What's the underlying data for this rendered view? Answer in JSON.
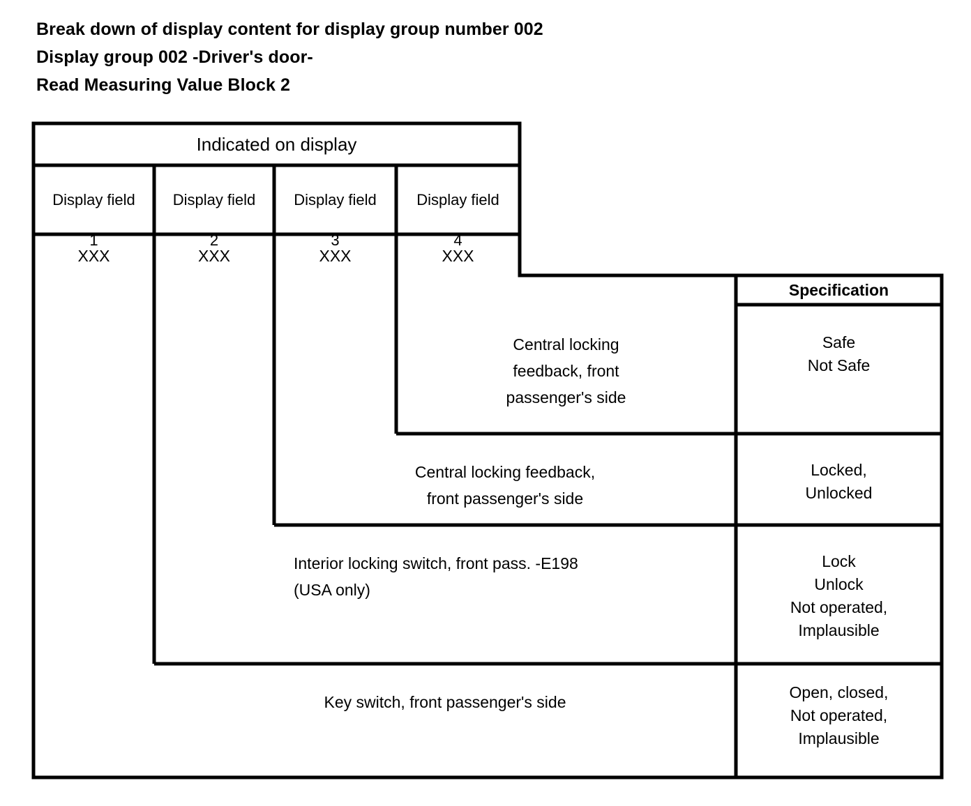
{
  "heading": {
    "line1": "Break down of display content for display group number 002",
    "line2": "Display group 002 -Driver's door-",
    "line3": "Read Measuring Value Block 2"
  },
  "table": {
    "banner_label": "Indicated on display",
    "spec_header": "Specification",
    "display_fields": [
      {
        "label": "Display field",
        "number": "1",
        "value": "XXX"
      },
      {
        "label": "Display field",
        "number": "2",
        "value": "XXX"
      },
      {
        "label": "Display field",
        "number": "3",
        "value": "XXX"
      },
      {
        "label": "Display field",
        "number": "4",
        "value": "XXX"
      }
    ],
    "rows": [
      {
        "field": "4",
        "description": "Central locking\nfeedback, front\npassenger's side",
        "specification": "Safe\nNot Safe"
      },
      {
        "field": "3",
        "description": "Central locking feedback,\nfront passenger's side",
        "specification": "Locked,\nUnlocked"
      },
      {
        "field": "2",
        "description": "Interior locking switch, front pass. -E198\n(USA only)",
        "specification": "Lock\nUnlock\nNot operated,\nImplausible"
      },
      {
        "field": "1",
        "description": "Key switch, front passenger's side",
        "specification": "Open, closed,\nNot operated,\nImplausible"
      }
    ]
  },
  "colors": {
    "stroke": "#000000",
    "background": "#ffffff",
    "text": "#000000"
  }
}
